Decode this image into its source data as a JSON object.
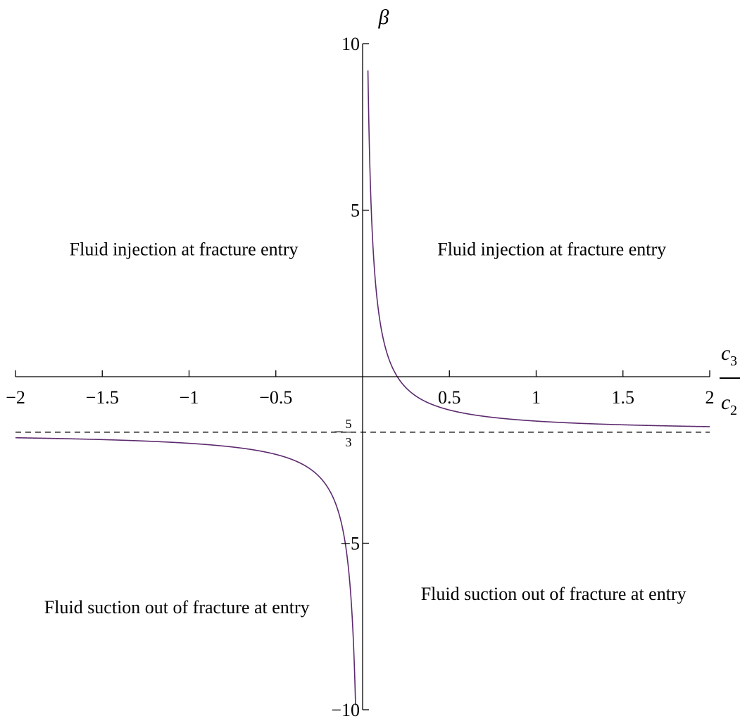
{
  "chart_data": {
    "type": "line",
    "xlim": [
      -2,
      2
    ],
    "ylim": [
      -10,
      10
    ],
    "x_ticks": [
      {
        "value": -2,
        "label": "−2"
      },
      {
        "value": -1.5,
        "label": "−1.5"
      },
      {
        "value": -1,
        "label": "−1"
      },
      {
        "value": -0.5,
        "label": "−0.5"
      },
      {
        "value": 0.5,
        "label": "0.5"
      },
      {
        "value": 1,
        "label": "1"
      },
      {
        "value": 1.5,
        "label": "1.5"
      },
      {
        "value": 2,
        "label": "2"
      }
    ],
    "y_ticks": [
      {
        "value": 10,
        "label": "10"
      },
      {
        "value": 5,
        "label": "5"
      },
      {
        "value": -5,
        "label": "−5"
      },
      {
        "value": -10,
        "label": "−10"
      }
    ],
    "xlabel": {
      "numerator": "c",
      "numerator_sub": "3",
      "denominator": "c",
      "denominator_sub": "2"
    },
    "ylabel": "β",
    "asymptote": {
      "value": -1.6667,
      "label_sign": "−",
      "label_numerator": "5",
      "label_denominator": "3",
      "style": "dashed"
    },
    "series": [
      {
        "color": "#5c2a6e",
        "formula": "beta = 1/(3x) - 5/3",
        "x_min": -2,
        "x_max": 2,
        "sample_points": [
          {
            "x": -2,
            "y": -1.83
          },
          {
            "x": -1,
            "y": -2.0
          },
          {
            "x": -0.5,
            "y": -2.33
          },
          {
            "x": -0.1,
            "y": -5.0
          },
          {
            "x": -0.04,
            "y": -10.0
          },
          {
            "x": 0.03,
            "y": 10.0
          },
          {
            "x": 0.1,
            "y": 1.67
          },
          {
            "x": 0.2,
            "y": 0.0
          },
          {
            "x": 0.5,
            "y": -1.0
          },
          {
            "x": 1,
            "y": -1.33
          },
          {
            "x": 2,
            "y": -1.5
          }
        ]
      }
    ],
    "annotations": [
      {
        "text": "Fluid injection at fracture entry",
        "x": -1.03,
        "y": 3.65
      },
      {
        "text": "Fluid injection at fracture entry",
        "x": 1.09,
        "y": 3.65
      },
      {
        "text": "Fluid suction out of fracture at entry",
        "x": -1.07,
        "y": -7.1
      },
      {
        "text": "Fluid suction out of fracture at entry",
        "x": 1.1,
        "y": -6.7
      }
    ],
    "grid": false,
    "legend": "none"
  }
}
